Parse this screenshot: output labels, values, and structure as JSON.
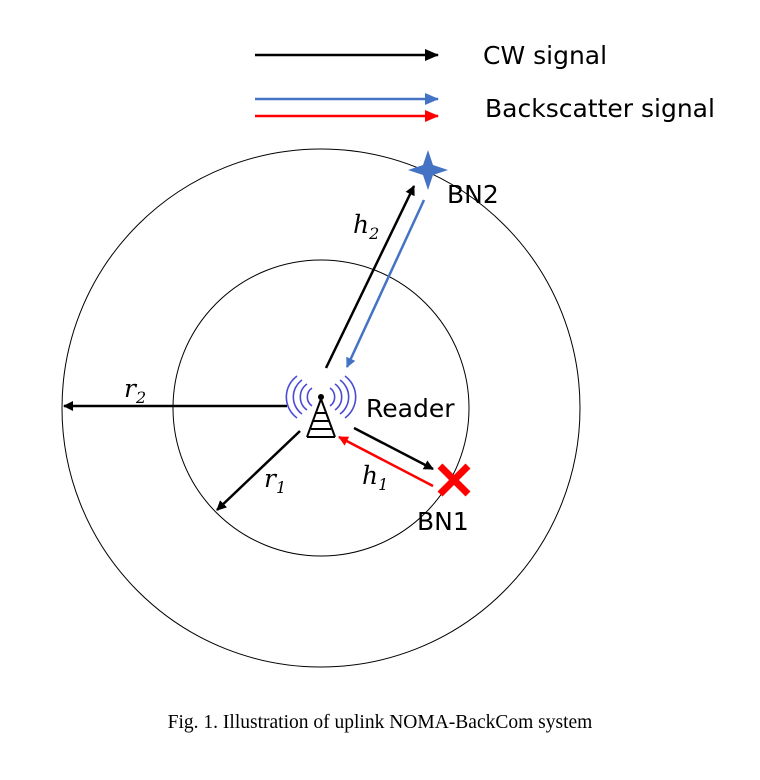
{
  "legend": {
    "cw_label": "CW signal",
    "backscatter_label": "Backscatter signal"
  },
  "labels": {
    "bn2": "BN2",
    "bn1": "BN1",
    "reader": "Reader",
    "h2": {
      "base": "h",
      "sub": "2"
    },
    "h1": {
      "base": "h",
      "sub": "1"
    },
    "r2": {
      "base": "r",
      "sub": "2"
    },
    "r1": {
      "base": "r",
      "sub": "1"
    }
  },
  "colors": {
    "cw": "#000000",
    "backscatter_blue": "#4472c4",
    "backscatter_red": "#ff0000",
    "bn2_marker": "#4472c4",
    "bn1_marker": "#ff0000",
    "antenna_waves": "#4a4ad8"
  },
  "icons": {
    "bn2_marker": "four-point-star-icon",
    "bn1_marker": "x-cross-icon",
    "reader": "antenna-tower-icon"
  },
  "caption": "Fig. 1.  Illustration of uplink NOMA-BackCom system"
}
